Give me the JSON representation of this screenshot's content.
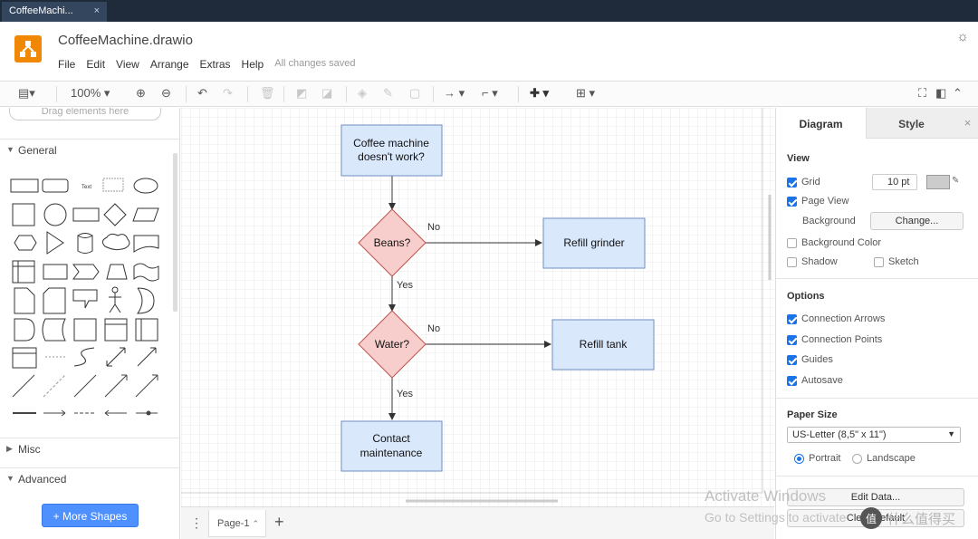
{
  "tab": {
    "title": "CoffeeMachi...",
    "close": "×"
  },
  "header": {
    "filename": "CoffeeMachine.drawio",
    "menu": [
      "File",
      "Edit",
      "View",
      "Arrange",
      "Extras",
      "Help"
    ],
    "saved": "All changes saved"
  },
  "toolbar": {
    "zoom": "100%"
  },
  "left": {
    "drag_hint": "Drag elements here",
    "general": "General",
    "misc": "Misc",
    "advanced": "Advanced",
    "more_shapes": "+ More Shapes"
  },
  "diagram": {
    "start": [
      "Coffee machine",
      "doesn't work?"
    ],
    "beans": "Beans?",
    "water": "Water?",
    "refill_grinder": "Refill grinder",
    "refill_tank": "Refill tank",
    "contact": [
      "Contact",
      "maintenance"
    ],
    "no1": "No",
    "no2": "No",
    "yes1": "Yes",
    "yes2": "Yes"
  },
  "pagebar": {
    "page": "Page-1",
    "add": "+",
    "menu": "⋮"
  },
  "right": {
    "tab_diagram": "Diagram",
    "tab_style": "Style",
    "close": "×",
    "view": "View",
    "grid": "Grid",
    "grid_size": "10 pt",
    "page_view": "Page View",
    "background": "Background",
    "change": "Change...",
    "background_color": "Background Color",
    "shadow": "Shadow",
    "sketch": "Sketch",
    "options": "Options",
    "connection_arrows": "Connection Arrows",
    "connection_points": "Connection Points",
    "guides": "Guides",
    "autosave": "Autosave",
    "paper_size": "Paper Size",
    "paper": "US-Letter (8,5\" x 11\")",
    "portrait": "Portrait",
    "landscape": "Landscape",
    "edit_data": "Edit Data...",
    "clear_default": "Clear Default"
  },
  "watermark": {
    "line1": "Activate Windows",
    "line2": "Go to Settings to activate",
    "brand": "什么值得买"
  },
  "colors": {
    "accent": "#1a73e8",
    "process_fill": "#dae8fc",
    "process_stroke": "#6c8ebf",
    "decision_fill": "#f8cecc",
    "decision_stroke": "#b85450",
    "logo": "#f08705"
  }
}
